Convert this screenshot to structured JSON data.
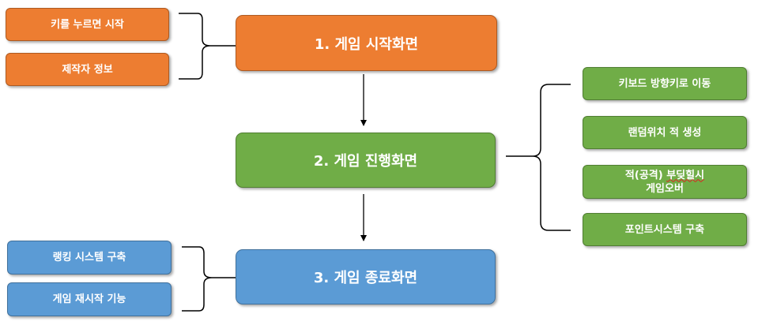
{
  "main_steps": {
    "start": "1. 게임 시작화면",
    "play": "2. 게임 진행화면",
    "end": "3. 게임 종료화면"
  },
  "start_details": {
    "press_key": "키를 누르면 시작",
    "credits": "제작자 정보"
  },
  "play_details": {
    "arrow_keys": "키보드 방향키로 이동",
    "random_enemy": "랜덤위치 적 생성",
    "game_over_prefix": "적(공격) ",
    "game_over_typo": "부딪힐시",
    "game_over_line2": "게임오버",
    "points": "포인트시스템 구축"
  },
  "end_details": {
    "ranking": "랭킹 시스템 구축",
    "restart": "게임 재시작 기능"
  },
  "colors": {
    "orange": "#ED7D31",
    "green": "#70AD47",
    "blue": "#5B9BD5"
  }
}
